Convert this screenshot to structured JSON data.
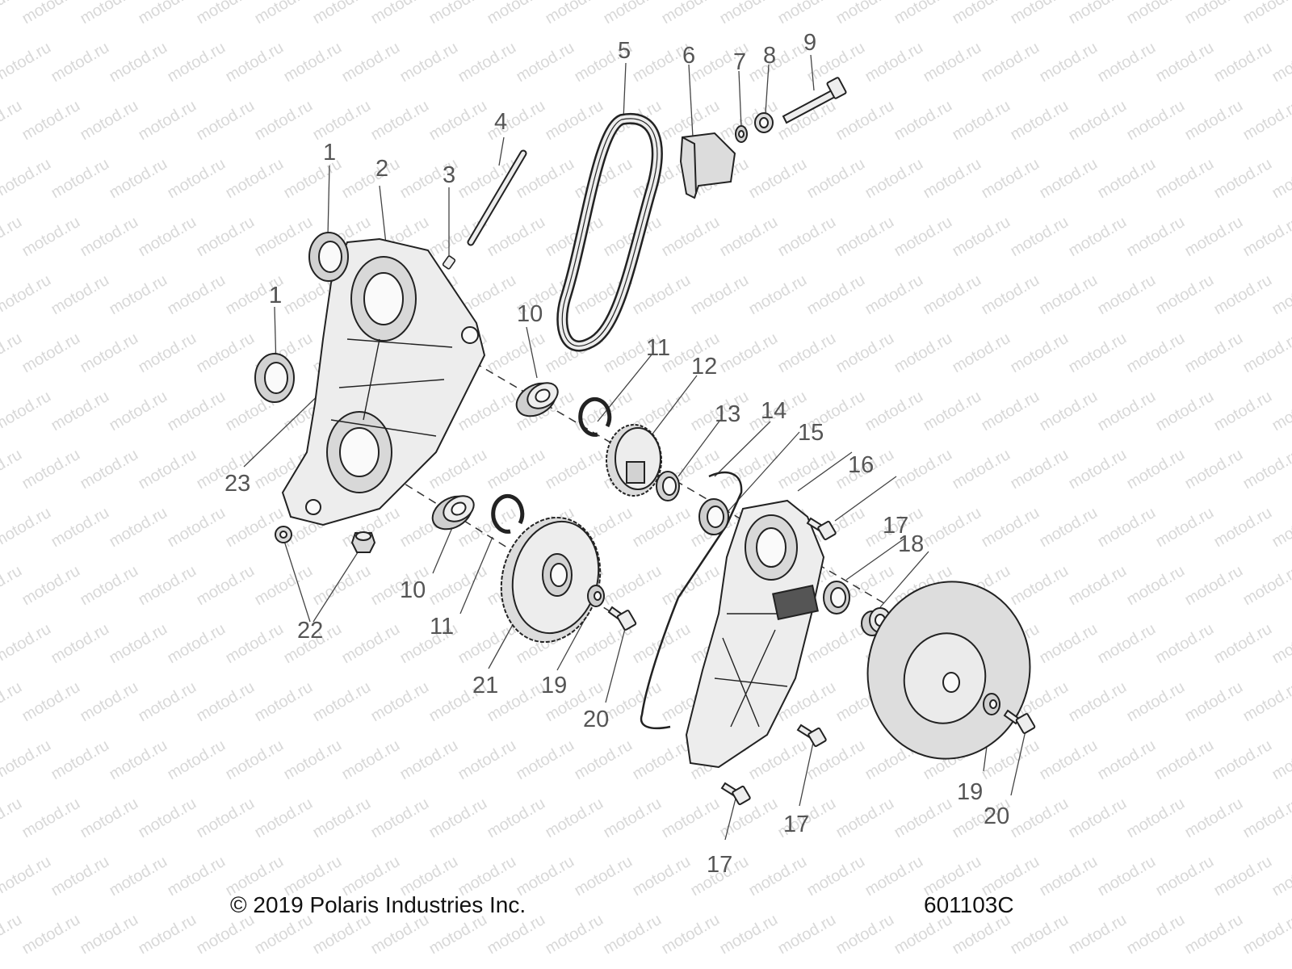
{
  "watermark": "motod.ru",
  "copyright": "© 2019 Polaris Industries Inc.",
  "figure_id": "601103C",
  "labels": [
    "1",
    "2",
    "3",
    "4",
    "5",
    "6",
    "7",
    "8",
    "9",
    "1",
    "10",
    "11",
    "12",
    "13",
    "14",
    "15",
    "16",
    "17",
    "1",
    "18",
    "23",
    "10",
    "11",
    "22",
    "21",
    "19",
    "20",
    "17",
    "17",
    "19",
    "20"
  ],
  "colors": {
    "line": "#222222",
    "fill": "#ededed",
    "shade": "#d2d2d2",
    "label": "#555555"
  },
  "part_icons": [
    "oil-seal",
    "chaincase-housing",
    "pin",
    "shaft",
    "drive-chain",
    "chain-tensioner",
    "washer",
    "bushing",
    "bolt",
    "bearing",
    "retaining-ring",
    "upper-sprocket",
    "oil-seal",
    "o-ring",
    "cover-seal",
    "chaincase-cover",
    "flange-bolt",
    "bearing-spacer",
    "brake-disc",
    "drain-plug",
    "lower-sprocket",
    "washer",
    "bolt",
    "dowel-pin"
  ]
}
